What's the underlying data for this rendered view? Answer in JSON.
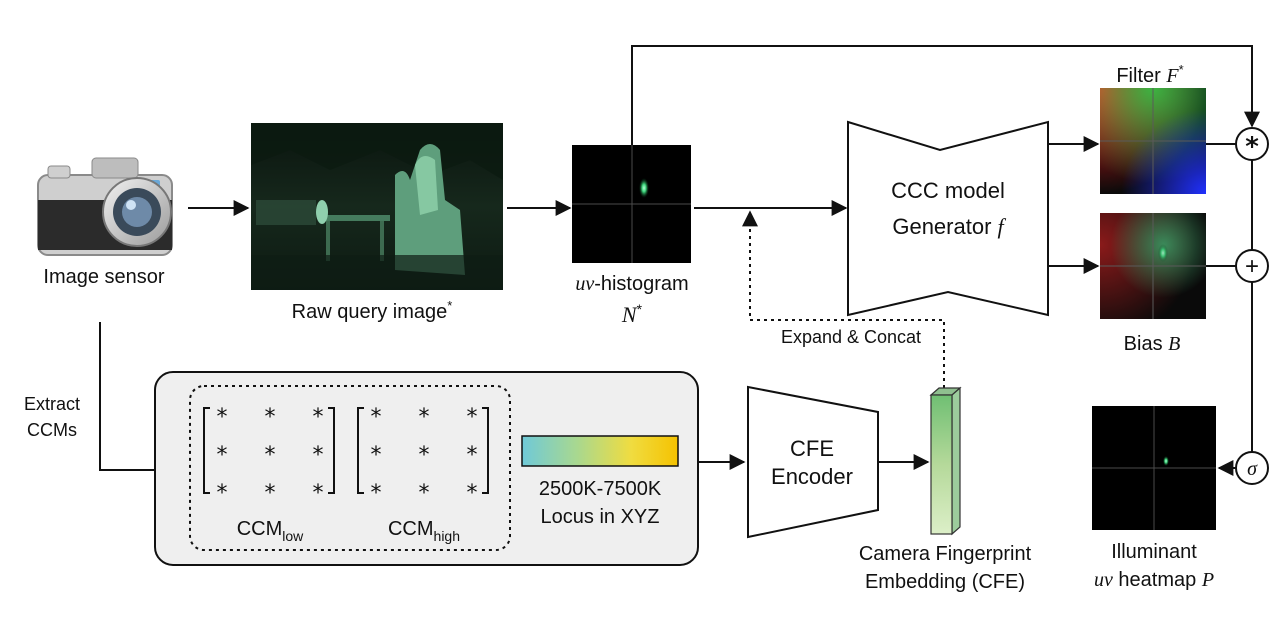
{
  "labels": {
    "image_sensor": "Image sensor",
    "raw_query_image": "Raw query image",
    "raw_query_sup": "*",
    "uv_hist_var": "uv",
    "uv_hist_text": "-histogram",
    "uv_hist_N": "N",
    "uv_hist_sup": "*",
    "model_line1": "CCC model",
    "model_line2": "Generator",
    "model_f": "f",
    "filter_text": "Filter",
    "filter_F": "F",
    "filter_sup": "*",
    "bias_text": "Bias",
    "bias_B": "B",
    "expand_concat": "Expand & Concat",
    "extract_line1": "Extract",
    "extract_line2": "CCMs",
    "ccm_low_base": "CCM",
    "ccm_low_sub": "low",
    "ccm_high_base": "CCM",
    "ccm_high_sub": "high",
    "matrix_entry": "*",
    "locus_line1": "2500K-7500K",
    "locus_line2": "Locus in XYZ",
    "encoder_line1": "CFE",
    "encoder_line2": "Encoder",
    "cfe_line1": "Camera Fingerprint",
    "cfe_line2": "Embedding (CFE)",
    "illum_line1": "Illuminant",
    "illum_var": "uv",
    "illum_text": " heatmap ",
    "illum_P": "P",
    "op_mult": "*",
    "op_add": "+",
    "op_sigma": "σ"
  },
  "icons": {
    "camera": "camera-icon"
  },
  "colors": {
    "line": "#111111",
    "panel_fill": "#efefef",
    "locus_gradient": [
      "#6fc9d8",
      "#a8d890",
      "#f0dc40",
      "#f5c200"
    ],
    "embedding_gradient": [
      "#6fbf73",
      "#b5d99a",
      "#dcefc8"
    ]
  }
}
